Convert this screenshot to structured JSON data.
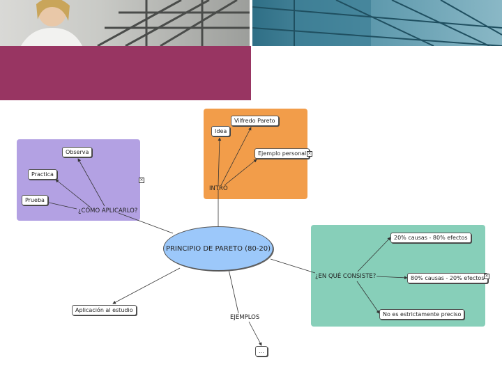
{
  "diagram": {
    "main": "PRINCIPIO DE PARETO (80-20)",
    "intro": {
      "label": "INTRO",
      "nodes": {
        "idea": "Idea",
        "vilfredo": "Vilfredo Pareto",
        "ejemplo": "Ejemplo personal"
      }
    },
    "aplicar": {
      "label": "¿CÓMO APLICARLO?",
      "nodes": {
        "observa": "Observa",
        "practica": "Practica",
        "prueba": "Prueba"
      }
    },
    "consiste": {
      "label": "¿EN QUÉ CONSISTE?",
      "nodes": {
        "c1": "20% causas - 80% efectos",
        "c2": "80% causas - 20% efectos",
        "c3": "No es estrictamente preciso"
      }
    },
    "estudio": "Aplicación al estudio",
    "ejemplos": {
      "label": "EJEMPLOS",
      "more": "..."
    }
  },
  "colors": {
    "magenta": "#983562",
    "purple_panel": "#b3a1e3",
    "orange_panel": "#f29d4a",
    "teal_panel": "#87cfb9",
    "main_node": "#9cc8fa"
  }
}
